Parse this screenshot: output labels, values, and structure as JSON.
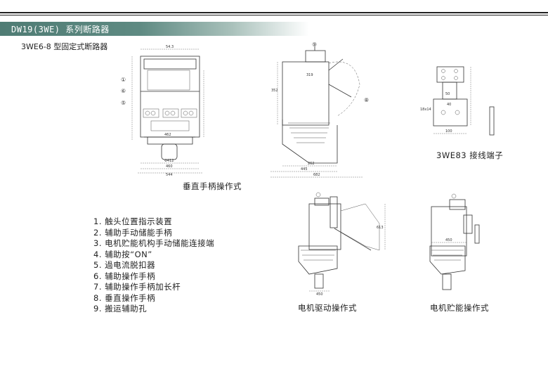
{
  "header": {
    "title": "DW19(3WE) 系列断路器"
  },
  "subtitle": "3WE6-8 型固定式断路器",
  "captions": {
    "vertical": "垂直手柄操作式",
    "terminal": "3WE83 接线端子",
    "motor_drive": "电机驱动操作式",
    "motor_storage": "电机贮能操作式"
  },
  "legend": [
    "1. 触头位置指示装置",
    "2. 辅助手动储能手柄",
    "3. 电机贮能机构手动储能连接端",
    "4. 辅助按“ON”",
    "5. 過电流脱扣器",
    "6. 辅助操作手柄",
    "7. 辅助操作手柄加长杆",
    "8. 垂直操作手柄",
    "9. 搬运辅助孔"
  ],
  "dims": {
    "d1_top": "54.3",
    "d1_w462": "462",
    "d1_w460": "460",
    "d1_w544": "544",
    "d1_w412": "Φ412",
    "d2_319": "319",
    "d2_445": "445",
    "d2_682": "682",
    "d2_262": "262",
    "d2_352": "352",
    "d3_100": "100",
    "d3_50": "50",
    "d3_40": "40",
    "d3_hole": "18x14",
    "d4_450": "450",
    "d4_613": "613",
    "d5_450": "450"
  },
  "callouts": [
    "①",
    "⑥",
    "⑤",
    "⑨",
    "⑧"
  ]
}
